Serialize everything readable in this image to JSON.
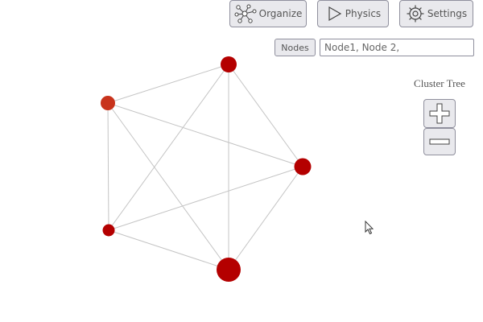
{
  "toolbar": {
    "organize_label": "Organize",
    "physics_label": "Physics",
    "settings_label": "Settings"
  },
  "nodes_filter": {
    "label": "Nodes",
    "placeholder": "Node1, Node 2,"
  },
  "cluster": {
    "title": "Cluster Tree"
  },
  "icons": {
    "organize": "network-icon",
    "physics": "play-icon",
    "settings": "gear-icon",
    "zoom_in": "plus-icon",
    "zoom_out": "minus-icon"
  },
  "colors": {
    "node": "#b40000",
    "node_alt": "#c8331c",
    "edge": "#c4c4c4"
  }
}
